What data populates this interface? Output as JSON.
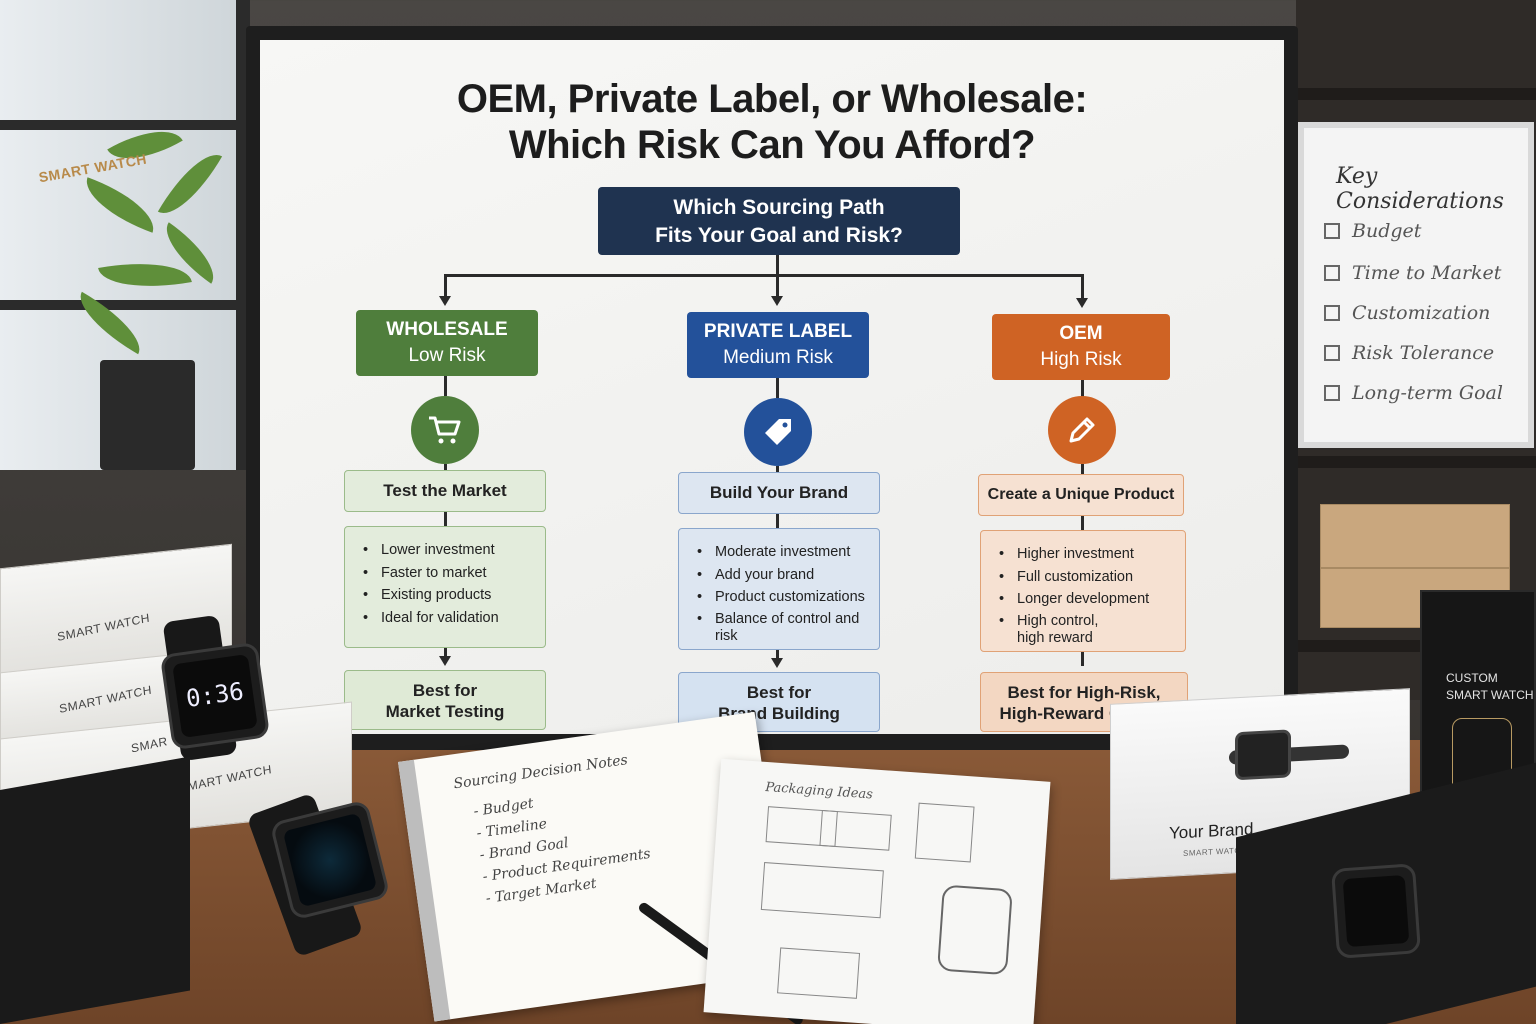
{
  "board": {
    "title_line1": "OEM, Private Label, or Wholesale:",
    "title_line2": "Which Risk Can You Afford?",
    "question_line1": "Which Sourcing Path",
    "question_line2": "Fits Your Goal and Risk?"
  },
  "paths": [
    {
      "name": "WHOLESALE",
      "risk": "Low Risk",
      "icon": "cart-icon",
      "color": "#4f7e3c",
      "light": "#e3ecdc",
      "border": "#9bbb8a",
      "goal": "Test the Market",
      "traits": [
        "Lower investment",
        "Faster to market",
        "Existing products",
        "Ideal for validation"
      ],
      "best_line1": "Best for",
      "best_line2": "Market Testing"
    },
    {
      "name": "PRIVATE LABEL",
      "risk": "Medium Risk",
      "icon": "tag-icon",
      "color": "#23519a",
      "light": "#dde6f1",
      "border": "#8aa6cc",
      "goal": "Build Your Brand",
      "traits": [
        "Moderate investment",
        "Add your brand",
        "Product customizations",
        "Balance of control and risk"
      ],
      "best_line1": "Best for",
      "best_line2": "Brand Building"
    },
    {
      "name": "OEM",
      "risk": "High Risk",
      "icon": "pencil-icon",
      "color": "#cf6324",
      "light": "#f6e1d2",
      "border": "#e0a276",
      "goal": "Create a Unique Product",
      "traits": [
        "Higher investment",
        "Full customization",
        "Longer development",
        "High control, high reward"
      ],
      "best_line1": "Best for High-Risk,",
      "best_line2": "High-Reward Growth"
    }
  ],
  "key_considerations": {
    "title": "Key Considerations",
    "items": [
      "Budget",
      "Time to Market",
      "Customization",
      "Risk Tolerance",
      "Long-term Goal"
    ]
  },
  "notebook": {
    "title": "Sourcing Decision Notes",
    "items": [
      "- Budget",
      "- Timeline",
      "- Brand Goal",
      "- Product Requirements",
      "- Target Market"
    ]
  },
  "sketch": {
    "title": "Packaging Ideas"
  },
  "boxes": {
    "white_label": "SMART WATCH",
    "white_label_cut": "SMAR",
    "black_label": "SMART WATCH",
    "brand_name": "Your Brand",
    "brand_sub": "SMART WATCH",
    "custom_line1": "CUSTOM",
    "custom_line2": "SMART WATCH"
  },
  "watch": {
    "time": "0:36"
  }
}
